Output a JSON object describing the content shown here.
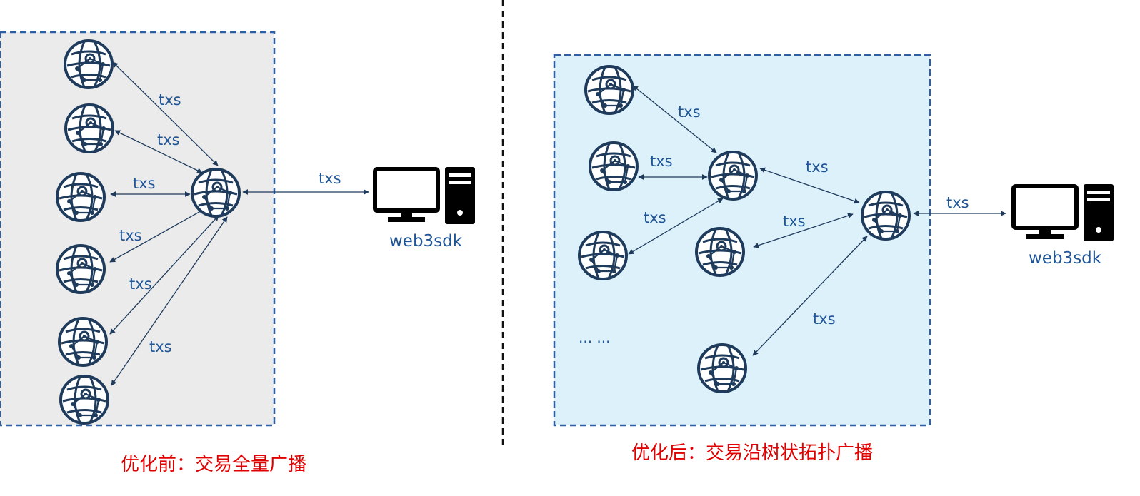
{
  "before": {
    "caption": "优化前：交易全量广播",
    "edge_label": "txs",
    "client_edge_label": "txs",
    "client_label": "web3sdk"
  },
  "after": {
    "caption": "优化后：交易沿树状拓扑广播",
    "edge_label": "txs",
    "client_edge_label": "txs",
    "client_label": "web3sdk",
    "more_nodes": "... ..."
  },
  "colors": {
    "node": "#1f3b5c",
    "edge": "#1f3b5c",
    "label": "#1f5597",
    "caption": "#e00000",
    "before_panel_fill": "#ebebeb",
    "after_panel_fill": "#ddf1fb",
    "panel_border": "#2e5fa3",
    "divider": "#111111"
  },
  "icons": {
    "node": "network-globe-icon",
    "client": "desktop-computer-icon"
  }
}
